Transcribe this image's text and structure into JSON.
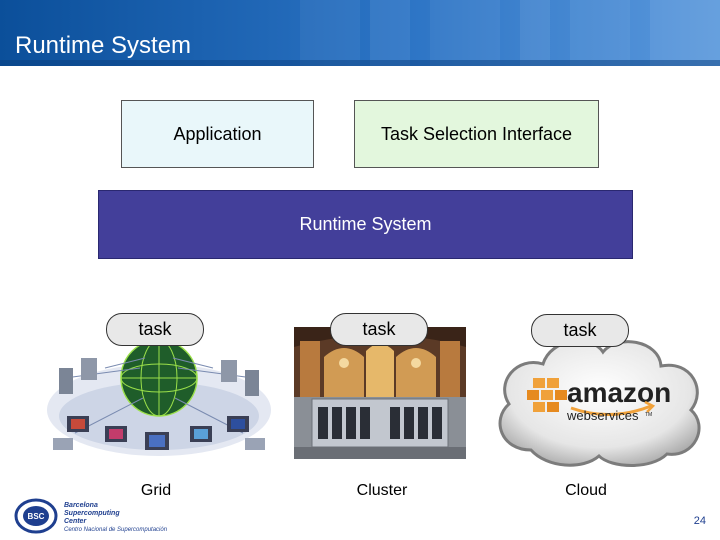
{
  "header": {
    "title": "Runtime System",
    "bg_color": "#1d63b3"
  },
  "diagram": {
    "application_label": "Application",
    "task_selection_label": "Task Selection Interface",
    "runtime_label": "Runtime System",
    "runtime_color": "#433f9a",
    "task_labels": [
      "task",
      "task",
      "task"
    ]
  },
  "platforms": [
    {
      "caption": "Grid",
      "icon": "grid-network-icon"
    },
    {
      "caption": "Cluster",
      "icon": "supercomputer-cluster-icon"
    },
    {
      "caption": "Cloud",
      "icon": "amazon-web-services-cloud-icon"
    }
  ],
  "amazon_logo": {
    "word": "amazon",
    "sub": "webservices",
    "tm": "TM"
  },
  "footer": {
    "logo_lines": [
      "Barcelona",
      "Supercomputing",
      "Center",
      "Centro Nacional de Supercomputación"
    ],
    "logo_abbr": "BSC",
    "page_number": "24"
  }
}
